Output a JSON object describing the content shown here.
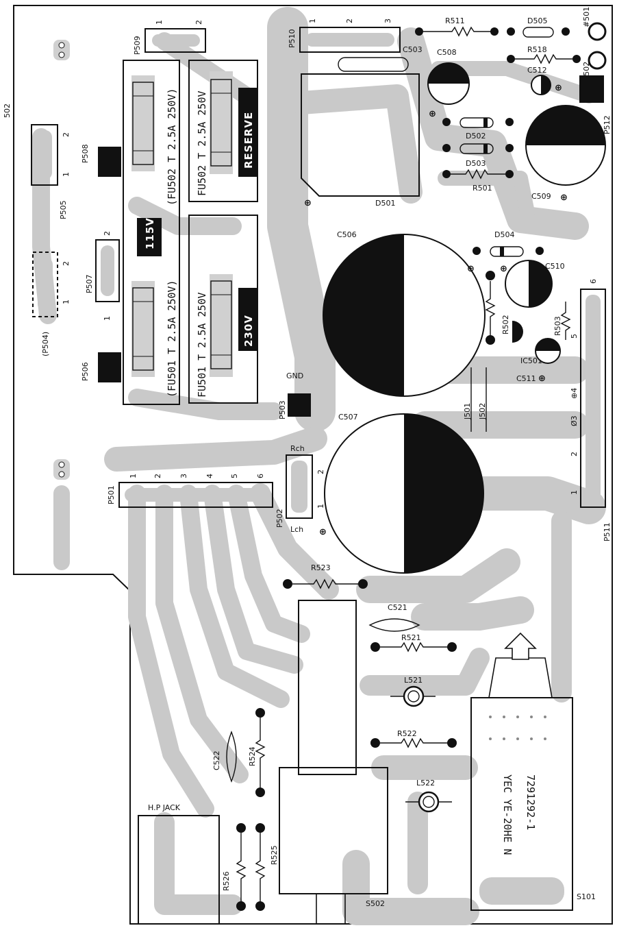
{
  "board": {
    "number": "502"
  },
  "connectors": {
    "p501": {
      "label": "P501",
      "pins": [
        "1",
        "2",
        "3",
        "4",
        "5",
        "6"
      ]
    },
    "p502": {
      "label": "P502",
      "rch": "Rch",
      "lch": "Lch",
      "pins": [
        "2",
        "1"
      ]
    },
    "p503": {
      "label": "P503",
      "gnd": "GND"
    },
    "p504": {
      "label": "(P504)",
      "pins": [
        "2",
        "1"
      ]
    },
    "p505": {
      "label": "P505",
      "pins": [
        "2",
        "1"
      ]
    },
    "p506": {
      "label": "P506"
    },
    "p507": {
      "label": "P507",
      "pins": [
        "2",
        "1"
      ]
    },
    "p508": {
      "label": "P508"
    },
    "p509": {
      "label": "P509",
      "pins": [
        "1",
        "2"
      ]
    },
    "p510": {
      "label": "P510",
      "pins": [
        "1",
        "2",
        "3"
      ]
    },
    "p511": {
      "label": "P511",
      "pins": [
        "6",
        "5",
        "⊕4",
        "Ø3",
        "2",
        "1"
      ]
    },
    "p512": {
      "label": "P512"
    }
  },
  "fuses": {
    "fu501_115": "(FU501 T 2.5A 250V)",
    "fu502_115": "(FU502 T 2.5A 250V)",
    "fu501_230": "FU501 T 2.5A 250V",
    "fu502_res": "FU502 T 2.5A 250V",
    "v115": "115V",
    "v230": "230V",
    "reserve": "RESERVE"
  },
  "components": {
    "c503": "C503",
    "c506": "C506",
    "c507": "C507",
    "c508": "C508",
    "c509": "C509",
    "c510": "C510",
    "c511": "C511",
    "c512": "C512",
    "c521": "C521",
    "c522": "C522",
    "d501": "D501",
    "d502": "D502",
    "d503": "D503",
    "d504": "D504",
    "d505": "D505",
    "r501": "R501",
    "r502": "R502",
    "r503": "R503",
    "r511": "R511",
    "r518": "R518",
    "r521": "R521",
    "r522": "R522",
    "r523": "R523",
    "r524": "R524",
    "r525": "R525",
    "r526": "R526",
    "l521": "L521",
    "l522": "L522",
    "ic501": "IC501",
    "j501": "J501",
    "j502": "J502",
    "s101": "S101",
    "s502": "S502",
    "hp_jack": "H.P JACK",
    "tp501": "#501",
    "tp502": "#502",
    "switch_text1": "YEC YE-20HE N",
    "switch_text2": "7291292-1"
  }
}
